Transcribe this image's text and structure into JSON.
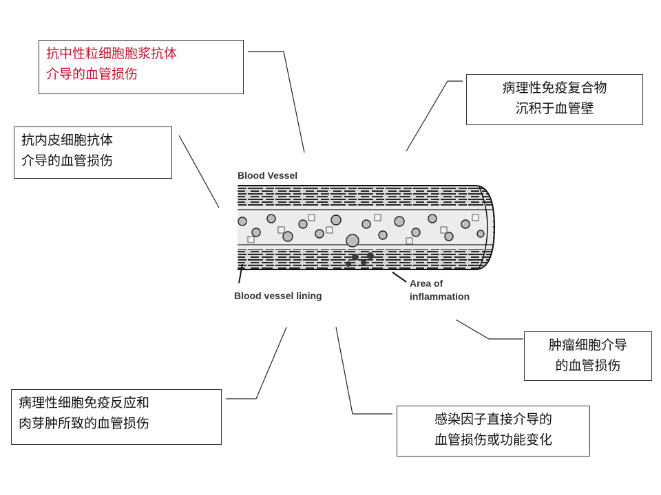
{
  "callouts": {
    "top_left": {
      "line1": "抗中性粒细胞胞浆抗体",
      "line2": "介导的血管损伤",
      "color": "#c8102e"
    },
    "top_right": {
      "line1": "病理性免疫复合物",
      "line2": "沉积于血管壁"
    },
    "left": {
      "line1": "抗内皮细胞抗体",
      "line2": "介导的血管损伤"
    },
    "right": {
      "line1": "肿瘤细胞介导",
      "line2": "的血管损伤"
    },
    "bottom_left": {
      "line1": "病理性细胞免疫反应和",
      "line2": "肉芽肿所致的血管损伤"
    },
    "bottom_right": {
      "line1": "感染因子直接介导的",
      "line2": "血管损伤或功能变化"
    }
  },
  "figure": {
    "title": "Blood Vessel",
    "lining_label": "Blood vessel lining",
    "inflammation_label_1": "Area of",
    "inflammation_label_2": "inflammation"
  }
}
